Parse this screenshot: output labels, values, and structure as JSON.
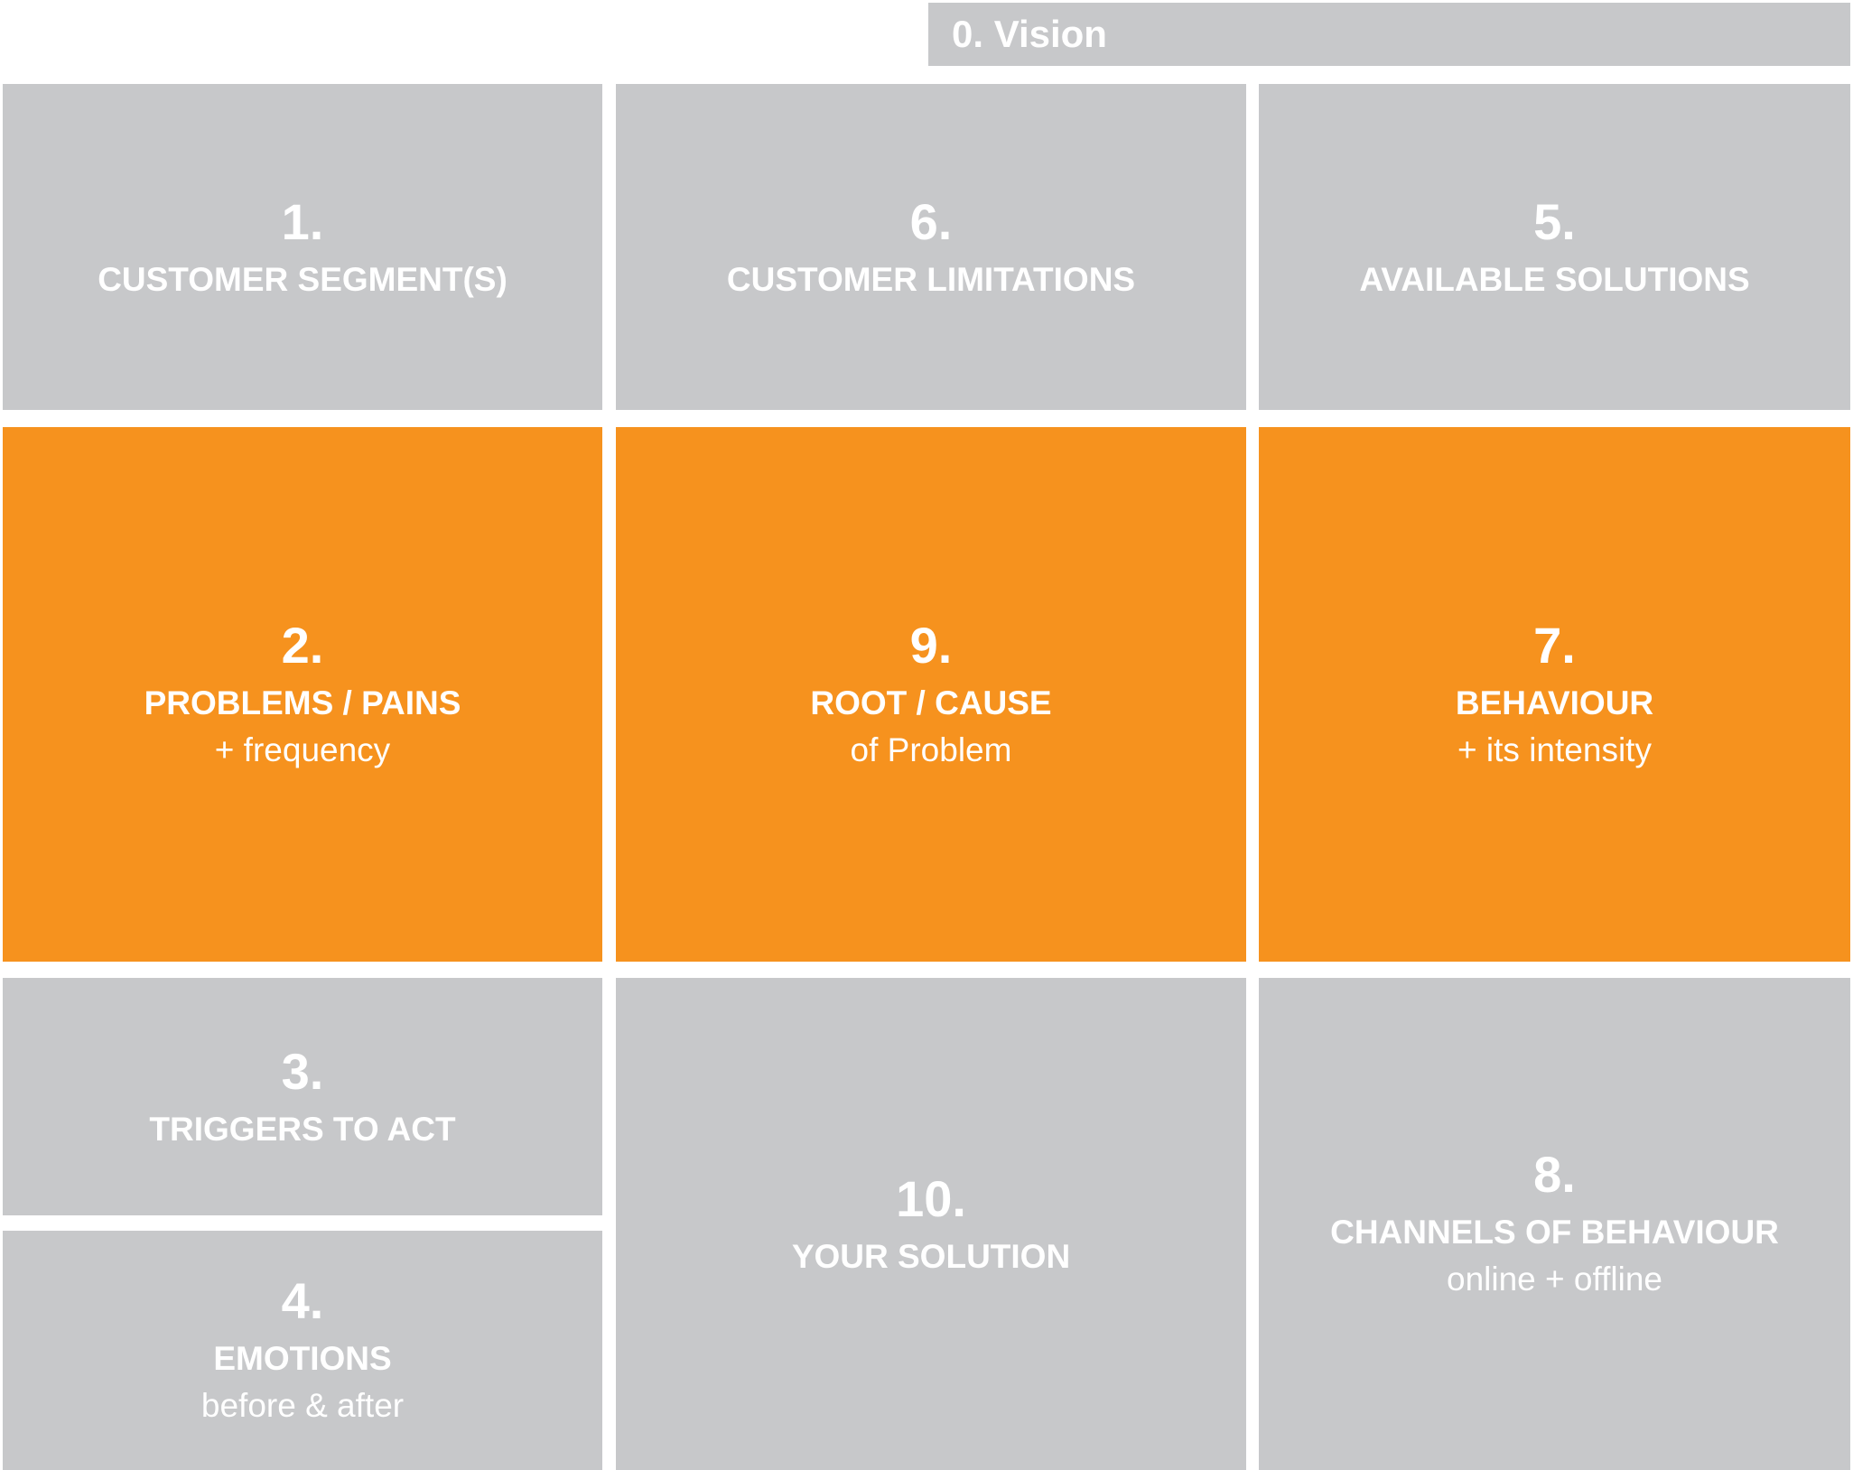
{
  "canvas": {
    "colors": {
      "gray": "#C7C8CA",
      "orange": "#F6921E",
      "text": "#FFFFFF",
      "background": "#FFFFFF"
    },
    "vision_bar": {
      "label": "0. Vision"
    },
    "cells": [
      {
        "id": "customer-segments",
        "number": "1.",
        "title": "CUSTOMER SEGMENT(S)",
        "subtitle": "",
        "variant": "gray"
      },
      {
        "id": "customer-limitations",
        "number": "6.",
        "title": "CUSTOMER LIMITATIONS",
        "subtitle": "",
        "variant": "gray"
      },
      {
        "id": "available-solutions",
        "number": "5.",
        "title": "AVAILABLE SOLUTIONS",
        "subtitle": "",
        "variant": "gray"
      },
      {
        "id": "problems-pains",
        "number": "2.",
        "title": "PROBLEMS / PAINS",
        "subtitle": "+ frequency",
        "variant": "orange"
      },
      {
        "id": "root-cause",
        "number": "9.",
        "title": "ROOT / CAUSE",
        "subtitle": "of Problem",
        "variant": "orange"
      },
      {
        "id": "behaviour",
        "number": "7.",
        "title": "BEHAVIOUR",
        "subtitle": "+ its intensity",
        "variant": "orange"
      },
      {
        "id": "triggers-to-act",
        "number": "3.",
        "title": "TRIGGERS TO ACT",
        "subtitle": "",
        "variant": "gray"
      },
      {
        "id": "emotions",
        "number": "4.",
        "title": "EMOTIONS",
        "subtitle": "before & after",
        "variant": "gray"
      },
      {
        "id": "your-solution",
        "number": "10.",
        "title": "YOUR SOLUTION",
        "subtitle": "",
        "variant": "gray"
      },
      {
        "id": "channels-of-behaviour",
        "number": "8.",
        "title": "CHANNELS OF BEHAVIOUR",
        "subtitle": "online + offline",
        "variant": "gray"
      }
    ]
  }
}
